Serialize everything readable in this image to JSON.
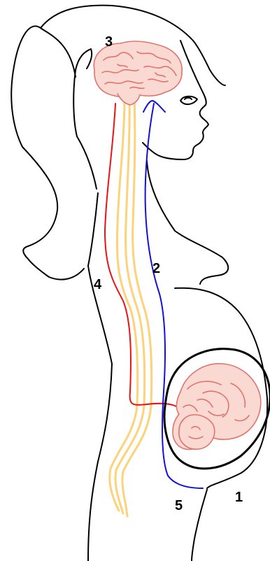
{
  "labels": {
    "one": "1",
    "two": "2",
    "three": "3",
    "four": "4",
    "five": "5"
  },
  "colors": {
    "outline": "#000000",
    "spinal_cord": "#fcd27a",
    "red_pathway": "#ee1111",
    "blue_pathway": "#1111dd",
    "brain_fill": "#fbd9d3",
    "brain_stroke": "#e2736b",
    "fetus_fill": "#fbd9d3",
    "fetus_stroke": "#e2736b"
  }
}
